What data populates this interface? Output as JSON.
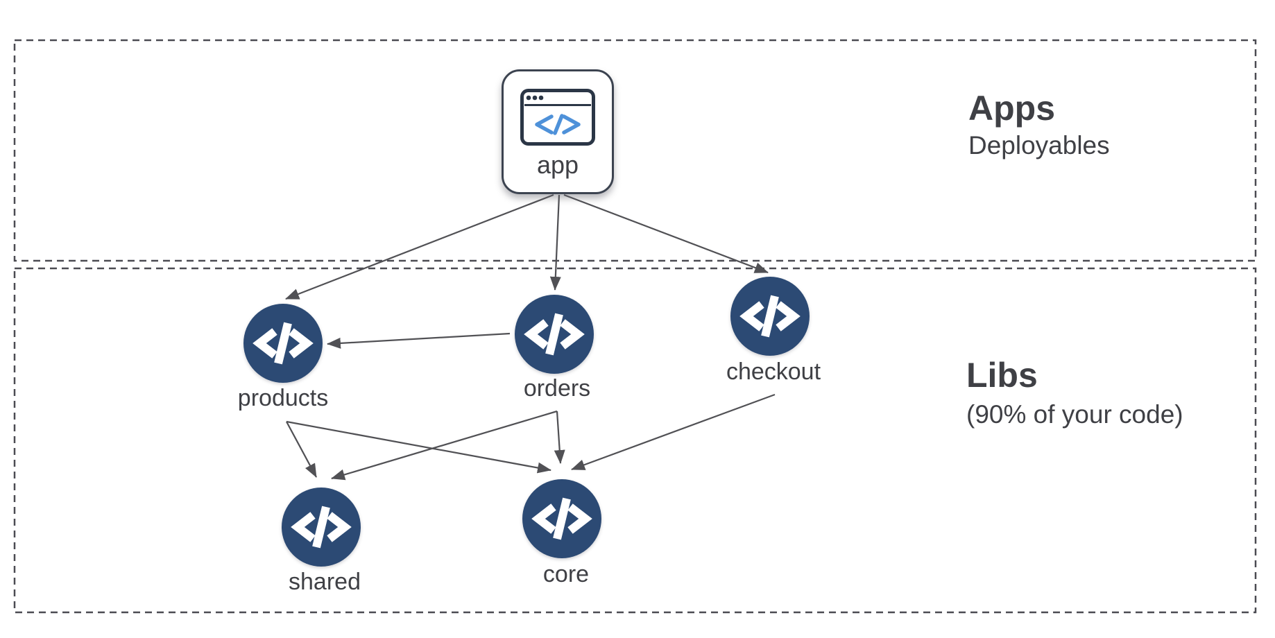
{
  "diagram": {
    "sections": {
      "apps": {
        "title": "Apps",
        "subtitle": "Deployables"
      },
      "libs": {
        "title": "Libs",
        "subtitle": "(90% of your code)"
      }
    },
    "nodes": {
      "app": {
        "label": "app",
        "icon": "browser-window-code-icon",
        "section": "apps"
      },
      "products": {
        "label": "products",
        "icon": "code-icon",
        "section": "libs"
      },
      "orders": {
        "label": "orders",
        "icon": "code-icon",
        "section": "libs"
      },
      "checkout": {
        "label": "checkout",
        "icon": "code-icon",
        "section": "libs"
      },
      "shared": {
        "label": "shared",
        "icon": "code-icon",
        "section": "libs"
      },
      "core": {
        "label": "core",
        "icon": "code-icon",
        "section": "libs"
      }
    },
    "edges": [
      {
        "from": "app",
        "to": "products"
      },
      {
        "from": "app",
        "to": "orders"
      },
      {
        "from": "app",
        "to": "checkout"
      },
      {
        "from": "orders",
        "to": "products"
      },
      {
        "from": "products",
        "to": "shared"
      },
      {
        "from": "products",
        "to": "core"
      },
      {
        "from": "orders",
        "to": "shared"
      },
      {
        "from": "orders",
        "to": "core"
      },
      {
        "from": "checkout",
        "to": "core"
      }
    ],
    "colors": {
      "node_fill": "#2c4a74",
      "edge": "#515155",
      "dashed_border": "#4b4b52",
      "text": "#3f4045",
      "card_border": "#3c4350",
      "icon_dark": "#2b3646",
      "icon_blue": "#4e91d9",
      "card_fill": "#ffffff",
      "background": "#ffffff"
    }
  }
}
